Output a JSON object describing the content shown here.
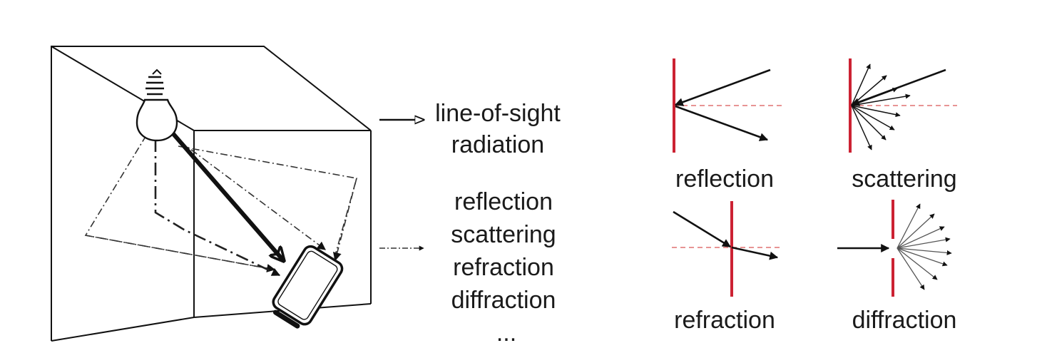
{
  "legend": {
    "los_line1": "line-of-sight",
    "los_line2": "radiation",
    "mech_1": "reflection",
    "mech_2": "scattering",
    "mech_3": "refraction",
    "mech_4": "diffraction",
    "mech_more": "..."
  },
  "panels": {
    "reflection": "reflection",
    "scattering": "scattering",
    "refraction": "refraction",
    "diffraction": "diffraction"
  },
  "colors": {
    "ink": "#111111",
    "interface": "#cc2233",
    "normal": "#e07070"
  }
}
